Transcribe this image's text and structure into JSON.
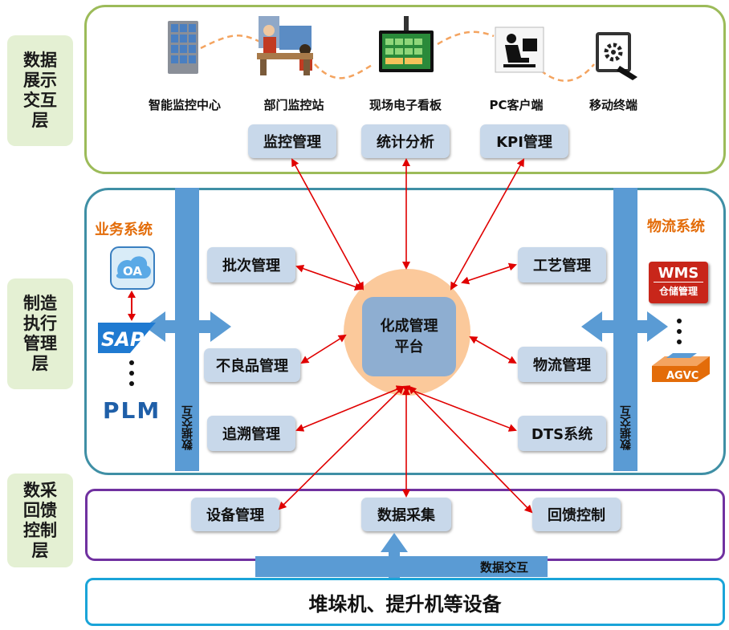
{
  "layers": {
    "display": "数据展示交互层",
    "mes": "制造执行管理层",
    "collect": "数采回馈控制层"
  },
  "devices": [
    "智能监控中心",
    "部门监控站",
    "现场电子看板",
    "PC客户端",
    "移动终端"
  ],
  "display_modules": [
    "监控管理",
    "统计分析",
    "KPI管理"
  ],
  "business": {
    "title": "业务系统",
    "items": [
      "OA",
      "SAP",
      "PLM"
    ]
  },
  "logistics": {
    "title": "物流系统",
    "wms_title": "WMS",
    "wms_sub": "仓储管理",
    "agvc": "AGVC"
  },
  "data_exchange": "数据交互",
  "left_modules": [
    "批次管理",
    "不良品管理",
    "追溯管理"
  ],
  "right_modules": [
    "工艺管理",
    "物流管理",
    "DTS系统"
  ],
  "center": {
    "line1": "化成管理",
    "line2": "平台"
  },
  "collect_modules": [
    "设备管理",
    "数据采集",
    "回馈控制"
  ],
  "equipment": "堆垛机、提升机等设备",
  "colors": {
    "display_border": "#9cbb59",
    "mes_border": "#3f8fa5",
    "collect_border": "#7031a0",
    "equip_border": "#1aa4d8",
    "arrow": "#e00000",
    "orange": "#e36c09"
  }
}
